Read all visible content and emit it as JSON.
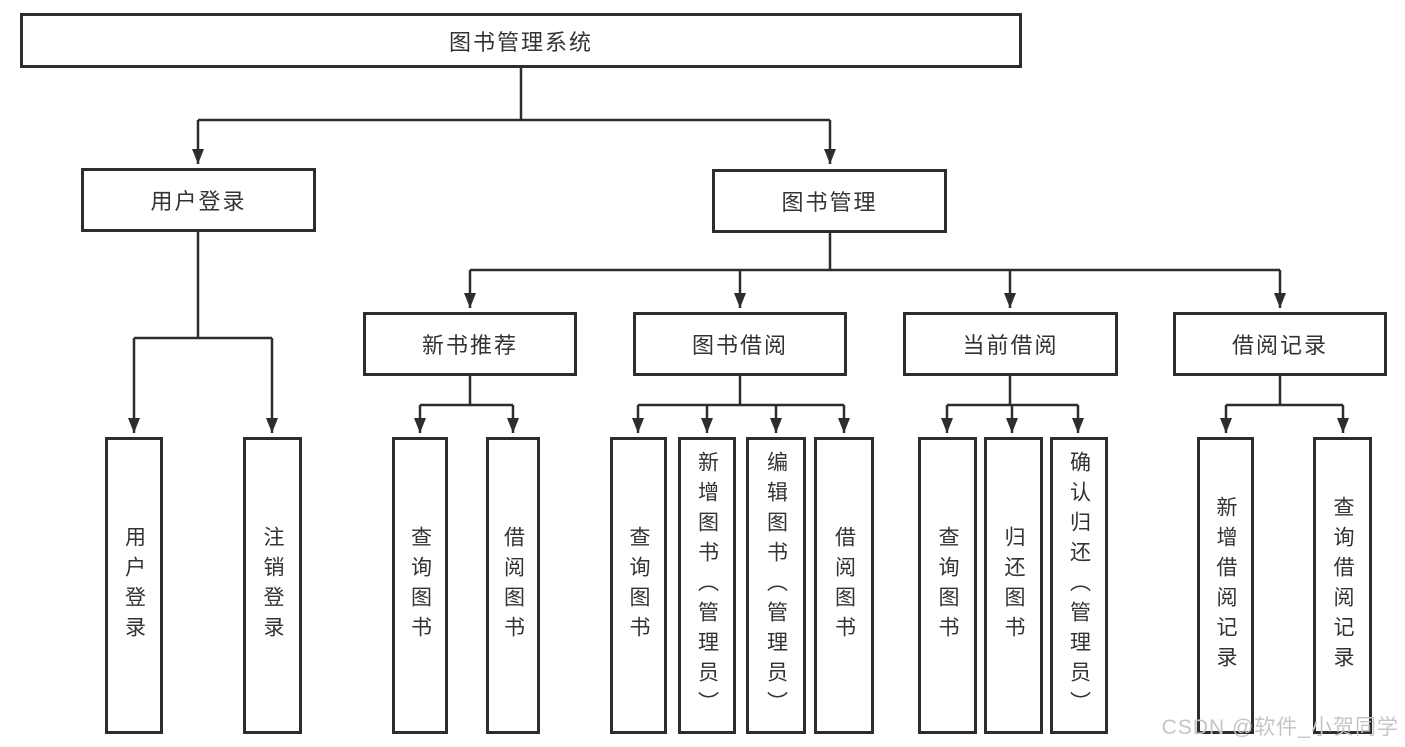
{
  "diagram_title": "图书管理系统",
  "tree": {
    "label": "图书管理系统",
    "children": [
      {
        "label": "用户登录",
        "children": [
          {
            "label": "用户登录"
          },
          {
            "label": "注销登录"
          }
        ]
      },
      {
        "label": "图书管理",
        "children": [
          {
            "label": "新书推荐",
            "children": [
              {
                "label": "查询图书"
              },
              {
                "label": "借阅图书"
              }
            ]
          },
          {
            "label": "图书借阅",
            "children": [
              {
                "label": "查询图书"
              },
              {
                "label": "新增图书（管理员）"
              },
              {
                "label": "编辑图书（管理员）"
              },
              {
                "label": "借阅图书"
              }
            ]
          },
          {
            "label": "当前借阅",
            "children": [
              {
                "label": "查询图书"
              },
              {
                "label": "归还图书"
              },
              {
                "label": "确认归还（管理员）"
              }
            ]
          },
          {
            "label": "借阅记录",
            "children": [
              {
                "label": "新增借阅记录"
              },
              {
                "label": "查询借阅记录"
              }
            ]
          }
        ]
      }
    ]
  },
  "watermark": {
    "text": "CSDN @软件_小贺同学"
  },
  "colors": {
    "background": "#ffffff",
    "box_border": "#2d2d2d",
    "connector_line": "#2d2d2d",
    "text": "#333333",
    "watermark_text": "#c5c5c5"
  }
}
